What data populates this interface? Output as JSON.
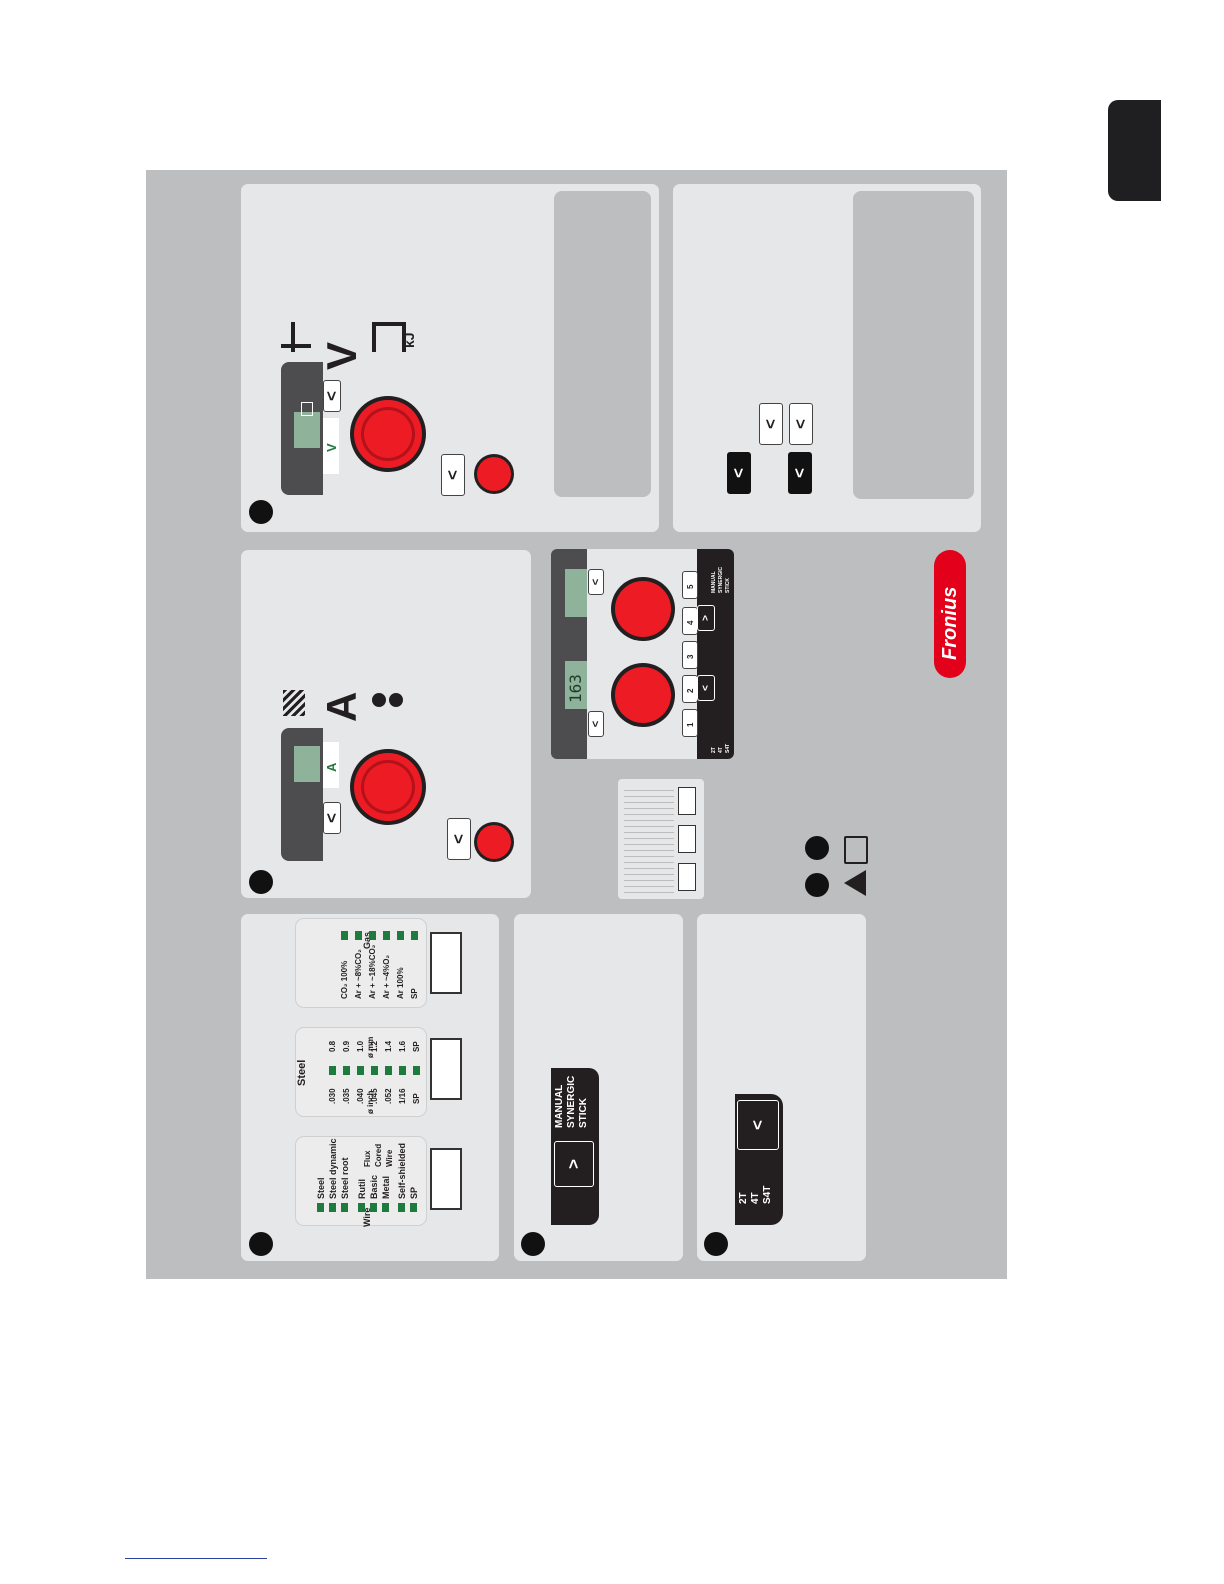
{
  "panel2": {
    "symbol_a": "A"
  },
  "panel3": {
    "symbol_v": "V",
    "unit_kj": "kJ"
  },
  "mini_panel": {
    "display_value": "163",
    "button_numbers": [
      "1",
      "2",
      "3",
      "4",
      "5"
    ],
    "modes": [
      "2T",
      "4T",
      "S4T"
    ],
    "process_modes": [
      "MANUAL",
      "SYNERGIC",
      "STICK"
    ]
  },
  "wire_table": {
    "header": "Steel",
    "wire_caption": "Wire",
    "wire_types": [
      "Steel",
      "Steel dynamic",
      "Steel root",
      "Rutil",
      "Basic",
      "Metal",
      "Self-shielded",
      "SP"
    ],
    "flux_cored_label": "Flux Cored Wire",
    "inch_caption": "ø inch",
    "mm_caption": "ø mm",
    "inch_values": [
      ".030",
      ".035",
      ".040",
      ".045",
      ".052",
      "1/16",
      "SP"
    ],
    "mm_values": [
      "0.8",
      "0.9",
      "1.0",
      "1.2",
      "1.4",
      "1.6",
      "SP"
    ],
    "gas_caption": "Gas",
    "gas_values": [
      "CO₂ 100%",
      "Ar + ~8%CO₂",
      "Ar + ~18%CO₂",
      "Ar + ~4%O₂",
      "Ar 100%",
      "SP"
    ]
  },
  "process_card": {
    "modes": [
      "MANUAL",
      "SYNERGIC",
      "STICK"
    ]
  },
  "trigger_card": {
    "modes": [
      "2T",
      "4T",
      "S4T"
    ]
  },
  "brand": {
    "logo_text": "Fronius"
  }
}
